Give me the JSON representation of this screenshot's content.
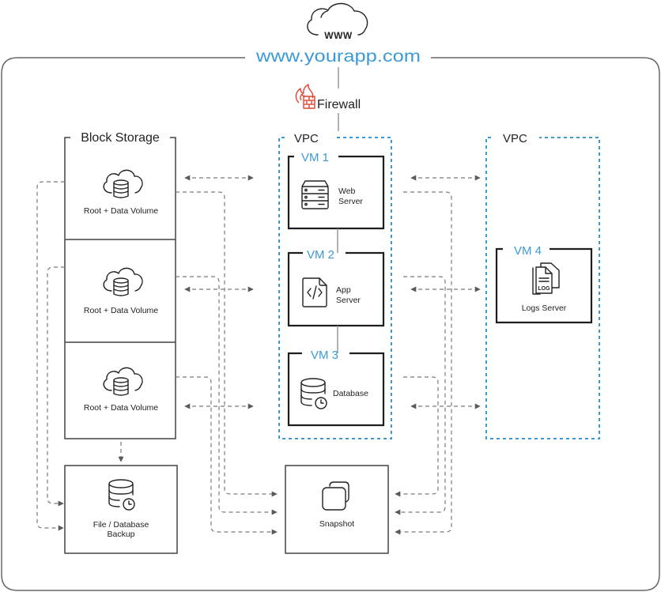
{
  "colors": {
    "accent_blue": "#3d9ad6",
    "firewall_red": "#e0452f",
    "box_stroke": "#1e1e1e",
    "connector_gray": "#7a7a7a"
  },
  "internet": {
    "icon": "cloud-www-icon",
    "cloud_text": "WWW",
    "url": "www.yourapp.com"
  },
  "firewall": {
    "icon": "firewall-icon",
    "label": "Firewall"
  },
  "block_storage": {
    "title": "Block Storage",
    "volumes": [
      {
        "icon": "cloud-database-icon",
        "label": "Root + Data Volume"
      },
      {
        "icon": "cloud-database-icon",
        "label": "Root + Data Volume"
      },
      {
        "icon": "cloud-database-icon",
        "label": "Root + Data Volume"
      }
    ]
  },
  "backup": {
    "icon": "database-clock-icon",
    "label_lines": [
      "File / Database",
      "Backup"
    ]
  },
  "snapshot": {
    "icon": "snapshot-icon",
    "label": "Snapshot"
  },
  "vpcs": [
    {
      "label": "VPC",
      "vms": [
        {
          "label": "VM 1",
          "icon": "server-rack-icon",
          "name_lines": [
            "Web",
            "Server"
          ]
        },
        {
          "label": "VM 2",
          "icon": "code-file-icon",
          "name_lines": [
            "App",
            "Server"
          ]
        },
        {
          "label": "VM 3",
          "icon": "database-clock-icon",
          "name_lines": [
            "Database"
          ]
        }
      ]
    },
    {
      "label": "VPC",
      "vms": [
        {
          "label": "VM 4",
          "icon": "log-files-icon",
          "icon_text": "LOG",
          "name_lines": [
            "Logs Server"
          ]
        }
      ]
    }
  ]
}
